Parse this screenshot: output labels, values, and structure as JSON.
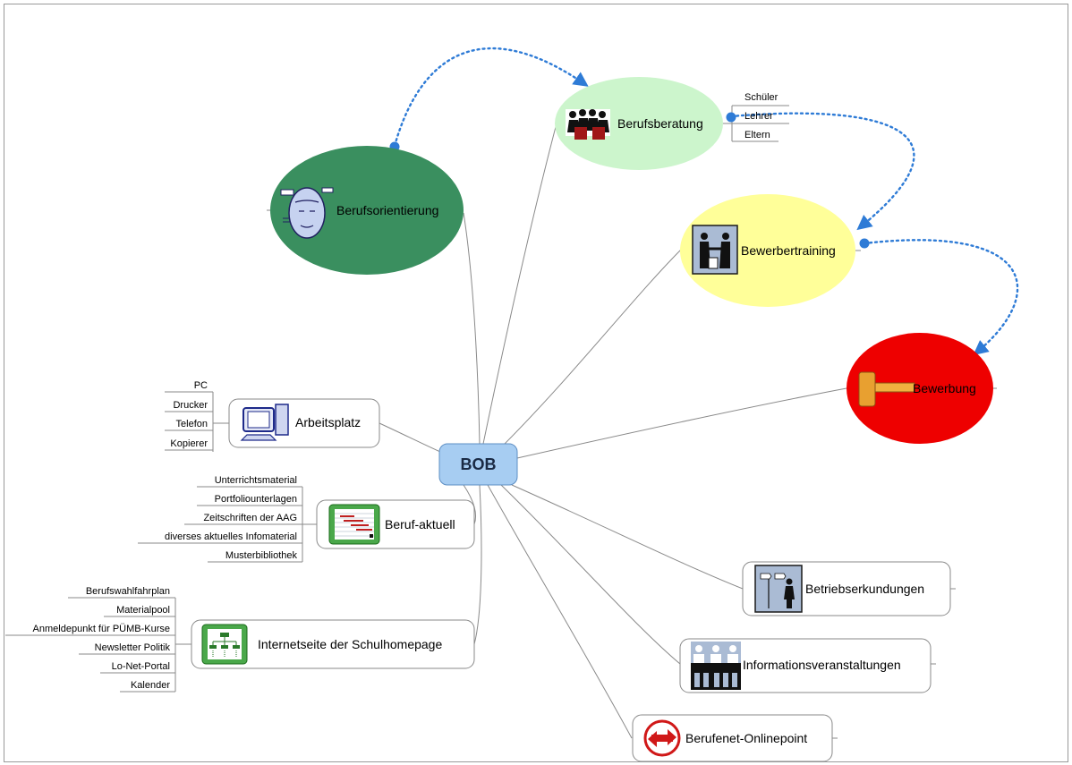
{
  "center": {
    "label": "BOB"
  },
  "topics": {
    "berufsorientierung": {
      "label": "Berufsorientierung"
    },
    "berufsberatung": {
      "label": "Berufsberatung",
      "children": [
        "Schüler",
        "Lehrer",
        "Eltern"
      ]
    },
    "bewerbertraining": {
      "label": "Bewerbertraining"
    },
    "bewerbung": {
      "label": "Bewerbung"
    },
    "arbeitsplatz": {
      "label": "Arbeitsplatz",
      "children": [
        "PC",
        "Drucker",
        "Telefon",
        "Kopierer"
      ]
    },
    "beruf_aktuell": {
      "label": "Beruf-aktuell",
      "children": [
        "Unterrichtsmaterial",
        "Portfoliounterlagen",
        "Zeitschriften der AAG",
        "diverses aktuelles Infomaterial",
        "Musterbibliothek"
      ]
    },
    "internetseite": {
      "label": "Internetseite der Schulhomepage",
      "children": [
        "Berufswahlfahrplan",
        "Materialpool",
        "Anmeldepunkt für PÜMB-Kurse",
        "Newsletter Politik",
        "Lo-Net-Portal",
        "Kalender"
      ]
    },
    "betriebserkundungen": {
      "label": "Betriebserkundungen"
    },
    "informationsveranstaltungen": {
      "label": "Informationsveranstaltungen"
    },
    "berufenet": {
      "label": "Berufenet-Onlinepoint"
    }
  },
  "colors": {
    "center_fill": "#a7cdf2",
    "berufsorientierung_fill": "#3a8f5f",
    "berufsberatung_fill": "#ccf5cc",
    "bewerbertraining_fill": "#ffff99",
    "bewerbung_fill": "#ee0000",
    "relationship": "#2e7bd6",
    "branch_line": "#8a8a8a"
  },
  "icons": {
    "berufsorientierung": "face-profile-icon",
    "berufsberatung": "meeting-group-icon",
    "bewerbertraining": "handshake-icon",
    "bewerbung": "gavel-icon",
    "arbeitsplatz": "computer-icon",
    "beruf_aktuell": "gantt-chart-icon",
    "internetseite": "org-chart-icon",
    "betriebserkundungen": "signpost-person-icon",
    "informationsveranstaltungen": "audience-icon",
    "berufenet": "exchange-arrows-icon"
  }
}
